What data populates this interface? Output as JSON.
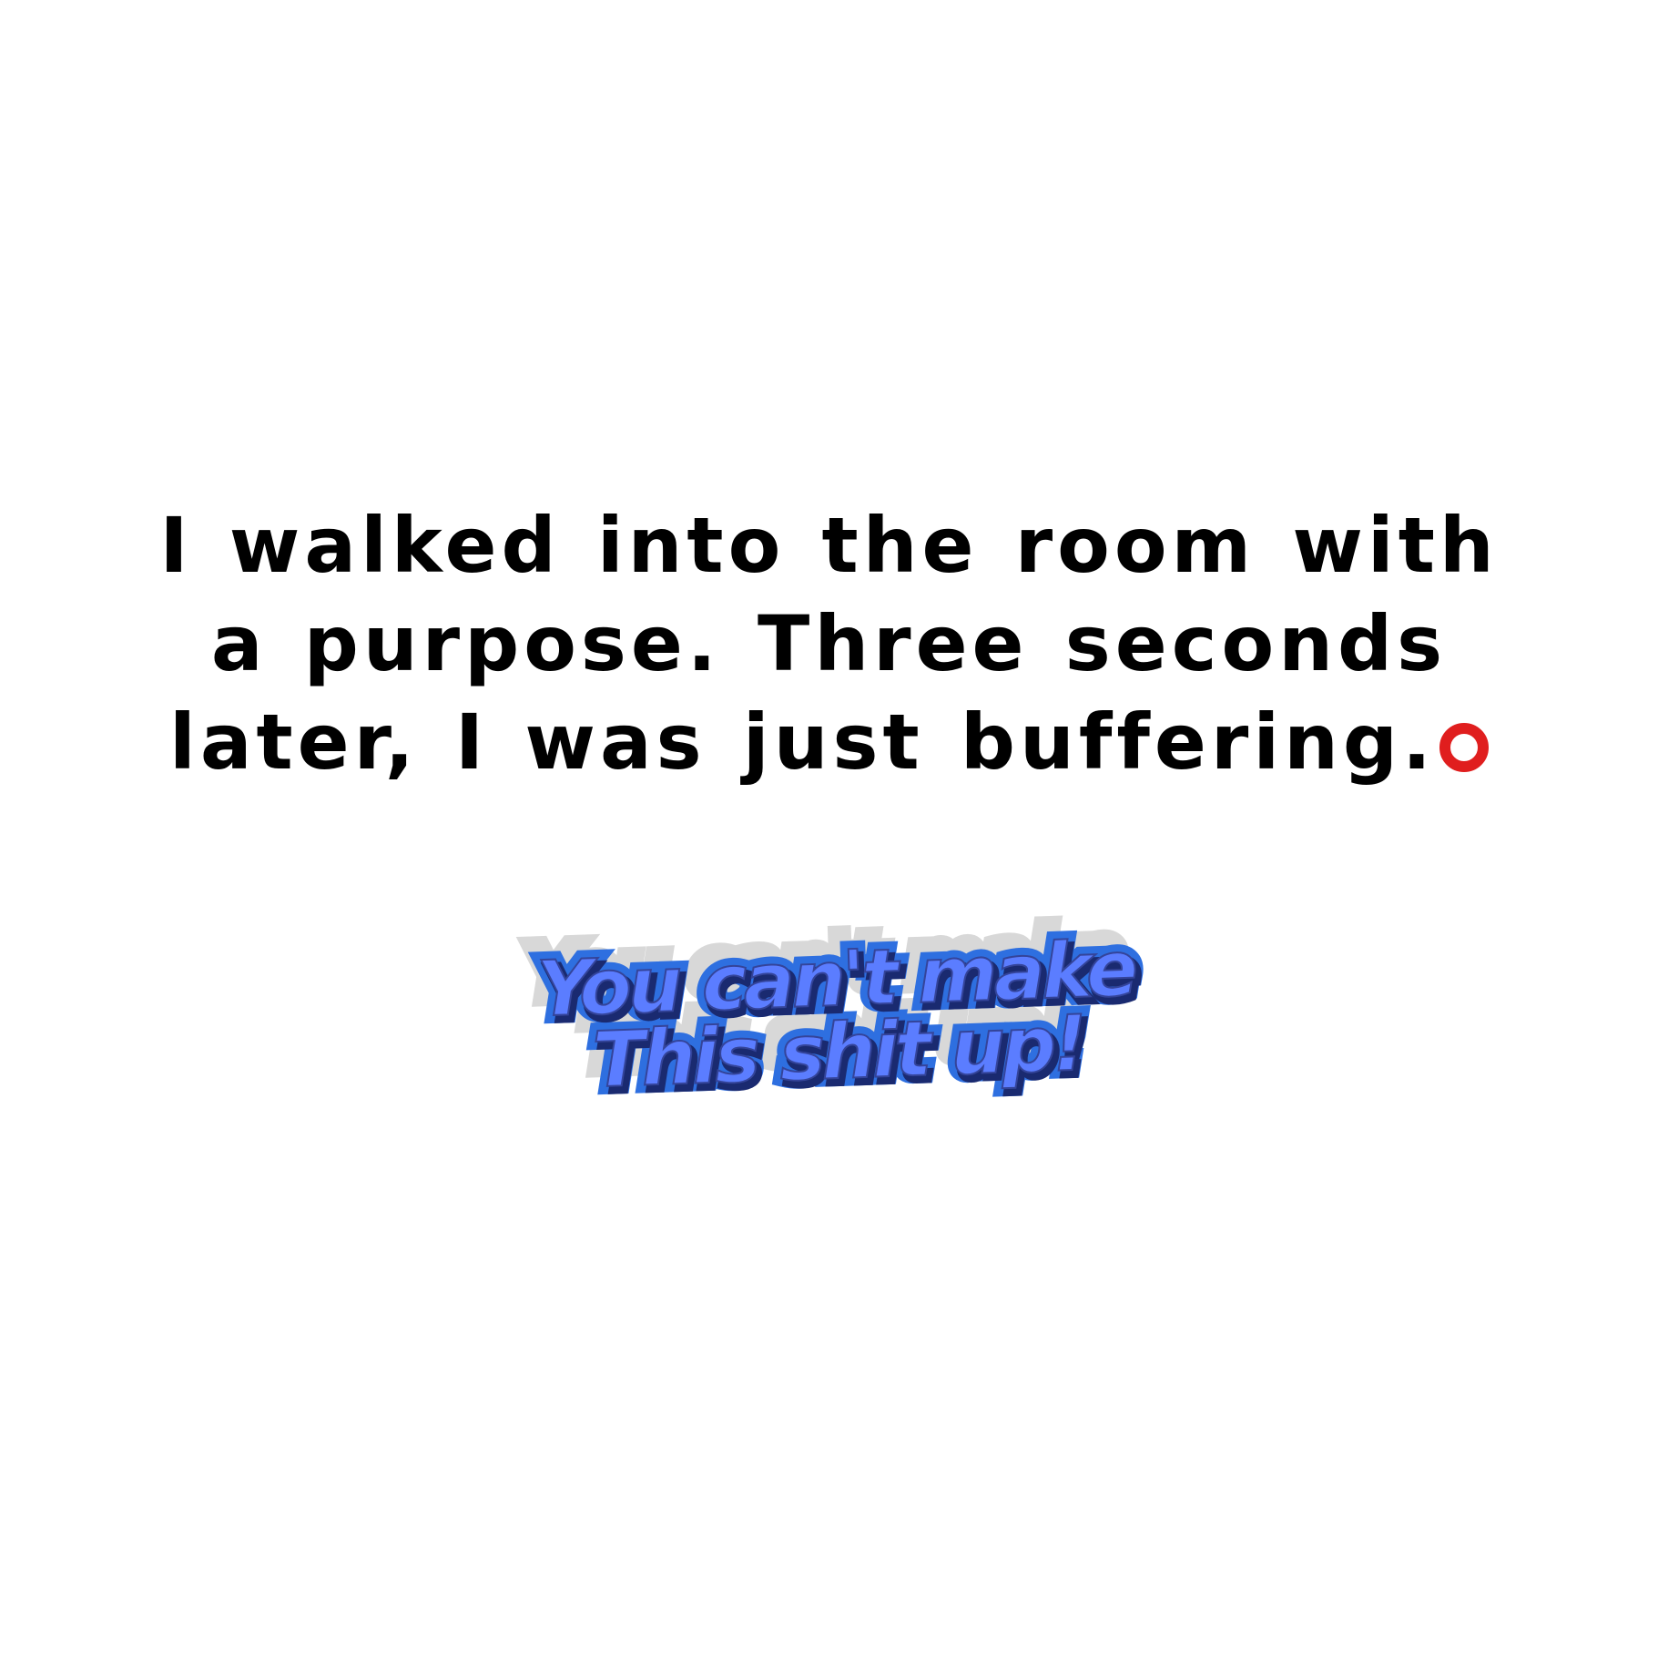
{
  "quote": {
    "lines": [
      "I walked into the room with",
      "a purpose. Three seconds",
      "later, I was just buffering."
    ],
    "trailing_icon": "red-circle-icon"
  },
  "sticker": {
    "line1": "You can't make",
    "line2": "This shit up!"
  },
  "colors": {
    "background": "#ffffff",
    "text": "#000000",
    "circle": "#e01e1e",
    "sticker_face": "#5b7dff",
    "sticker_outline": "#2e6fe0",
    "sticker_shadow": "#d8d8d8"
  }
}
